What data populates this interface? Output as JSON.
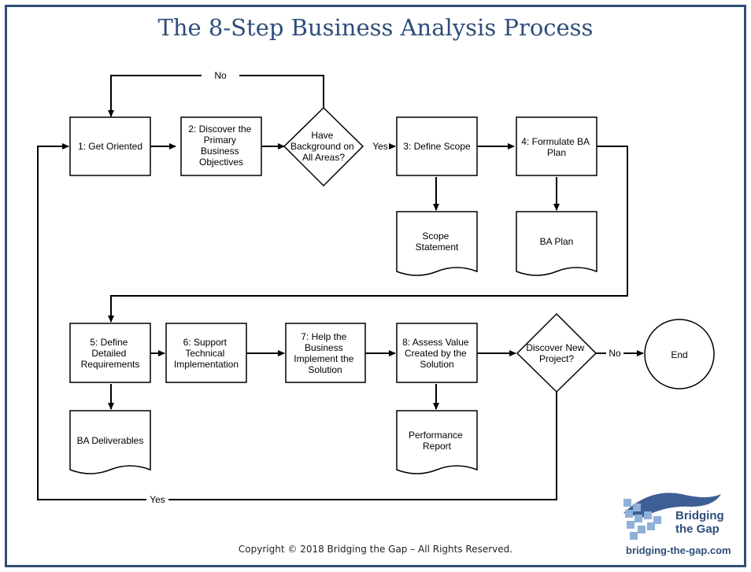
{
  "title": "The 8-Step Business Analysis Process",
  "steps": {
    "s1": [
      "1: Get Oriented"
    ],
    "s2": [
      "2: Discover the",
      "Primary",
      "Business",
      "Objectives"
    ],
    "d1": [
      "Have",
      "Background on",
      "All Areas?"
    ],
    "s3": [
      "3: Define Scope"
    ],
    "s4": [
      "4: Formulate BA",
      "Plan"
    ],
    "doc_scope": [
      "Scope",
      "Statement"
    ],
    "doc_plan": [
      "BA Plan"
    ],
    "s5": [
      "5: Define",
      "Detailed",
      "Requirements"
    ],
    "s6": [
      "6: Support",
      "Technical",
      "Implementation"
    ],
    "s7": [
      "7: Help the",
      "Business",
      "Implement the",
      "Solution"
    ],
    "s8": [
      "8: Assess Value",
      "Created by the",
      "Solution"
    ],
    "d2": [
      "Discover New",
      "Project?"
    ],
    "end": [
      "End"
    ],
    "doc_deliverables": [
      "BA Deliverables"
    ],
    "doc_perf": [
      "Performance",
      "Report"
    ]
  },
  "labels": {
    "no_top": "No",
    "yes_scope": "Yes",
    "no_end": "No",
    "yes_bottom": "Yes"
  },
  "footer": {
    "copyright": "Copyright © 2018 Bridging the Gap – All Rights Reserved.",
    "logo_line1": "Bridging",
    "logo_line2": "the Gap",
    "logo_url": "bridging-the-gap.com"
  },
  "colors": {
    "frame": "#2f4e7a",
    "title": "#2f4e7a"
  }
}
